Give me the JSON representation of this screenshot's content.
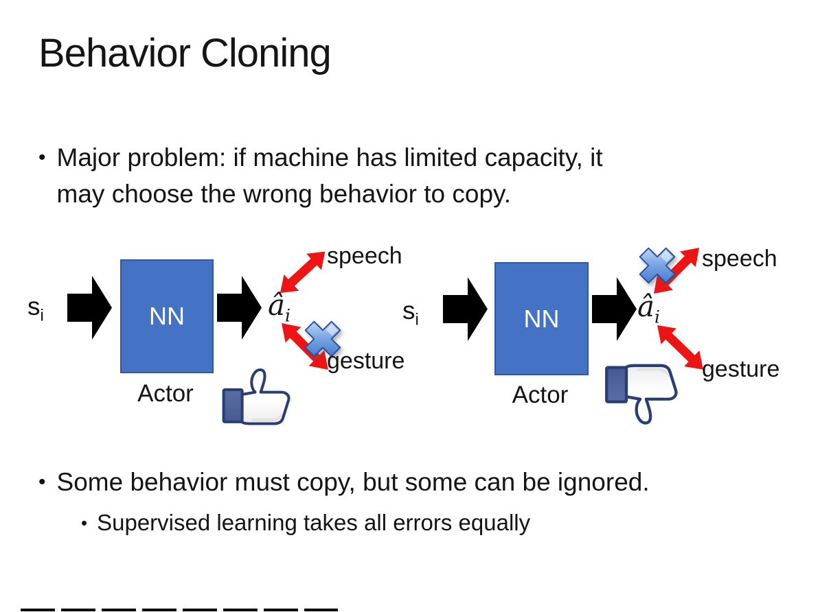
{
  "slide": {
    "title": "Behavior Cloning",
    "bullets": {
      "dot": "•",
      "major_line1": "Major problem: if machine has limited capacity, it",
      "major_line2": "may choose the wrong behavior to copy.",
      "some": "Some behavior must copy, but some can be ignored.",
      "supervised": "Supervised learning takes all errors equally"
    }
  },
  "diagram": {
    "left": {
      "input": "s",
      "input_sub": "i",
      "nn_label": "NN",
      "output": "â",
      "output_sub": "i",
      "actor_label": "Actor",
      "speech_label": "speech",
      "gesture_label": "gesture",
      "crossed_out": "gesture",
      "feedback_icon": "thumbs-up"
    },
    "right": {
      "input": "s",
      "input_sub": "i",
      "nn_label": "NN",
      "output": "â",
      "output_sub": "i",
      "actor_label": "Actor",
      "speech_label": "speech",
      "gesture_label": "gesture",
      "crossed_out": "speech",
      "feedback_icon": "thumbs-down"
    }
  },
  "colors": {
    "background": "#FFFFFF",
    "text": "#141414",
    "nn_box_fill": "#4472C4",
    "nn_box_border": "#35569B",
    "nn_text": "#FFFFFF",
    "block_arrow": "#000000",
    "double_arrow_red": "#EE1414",
    "cross_blue_light": "#D9E9FA",
    "cross_blue_dark": "#2F66C4",
    "thumb_outline_navy": "#2B3E74",
    "thumb_cuff_blue": "#51659D"
  }
}
